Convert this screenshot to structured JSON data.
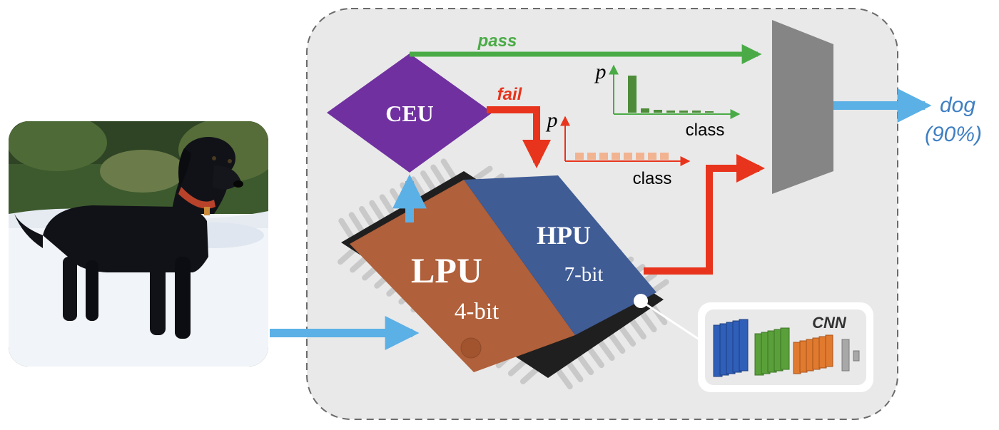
{
  "diagram": {
    "ceu_label": "CEU",
    "pass_label": "pass",
    "fail_label": "fail",
    "lpu_label": "LPU",
    "lpu_bits": "4-bit",
    "hpu_label": "HPU",
    "hpu_bits": "7-bit",
    "cnn_label": "CNN",
    "pass_hist_y_label": "p",
    "pass_hist_x_label": "class",
    "fail_hist_y_label": "p",
    "fail_hist_x_label": "class",
    "output_class": "dog",
    "output_confidence": "(90%)"
  },
  "colors": {
    "panel": "#e9e9e9",
    "ceu": "#7030a0",
    "lpu": "#b0603a",
    "hpu": "#3f5c95",
    "pass": "#4aab46",
    "fail": "#e8341c",
    "input_arrow": "#5bb0e6",
    "output_text": "#3f7fc2",
    "mux": "#858585",
    "cnn_blue": "#2f5fb8",
    "cnn_green": "#5aa03a",
    "cnn_orange": "#e07a2e"
  }
}
